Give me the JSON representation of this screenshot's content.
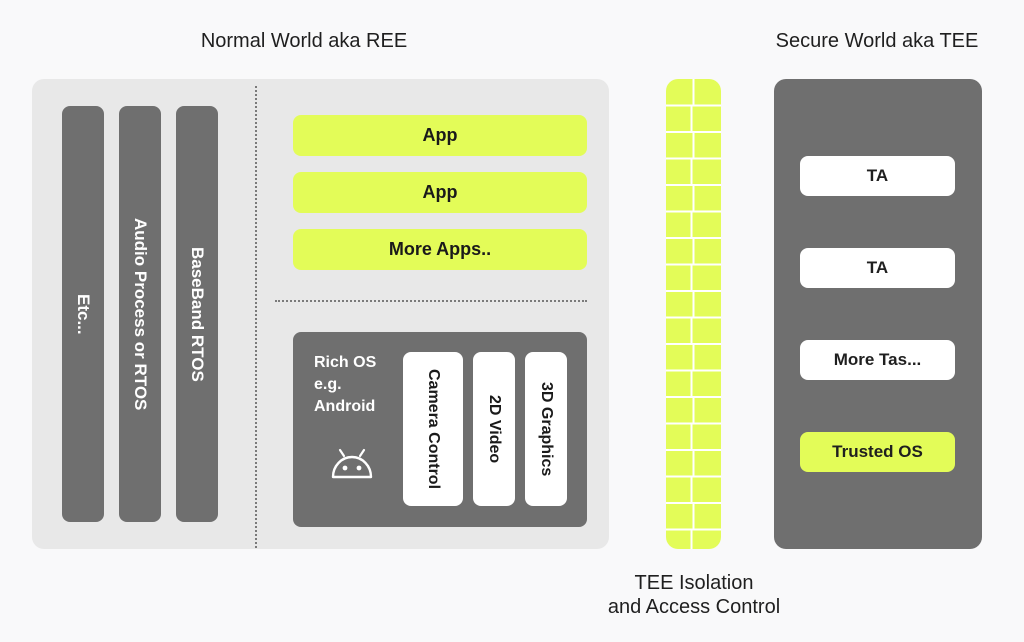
{
  "headings": {
    "normal_world": "Normal World aka REE",
    "secure_world": "Secure World aka TEE"
  },
  "ree": {
    "vertical_bars": [
      {
        "label": "Etc..."
      },
      {
        "label": "Audio Process or RTOS"
      },
      {
        "label": "BaseBand RTOS"
      }
    ],
    "apps": [
      {
        "label": "App"
      },
      {
        "label": "App"
      },
      {
        "label": "More Apps.."
      }
    ],
    "rich_os": {
      "label_line1": "Rich OS",
      "label_line2": "e.g.",
      "label_line3": "Android",
      "icon": "android-icon",
      "components": [
        {
          "label": "Camera Control"
        },
        {
          "label": "2D Video"
        },
        {
          "label": "3D Graphics"
        }
      ]
    }
  },
  "isolation": {
    "line1": "TEE Isolation",
    "line2": "and Access Control"
  },
  "tee": {
    "items": [
      {
        "label": "TA"
      },
      {
        "label": "TA"
      },
      {
        "label": "More Tas..."
      },
      {
        "label": "Trusted OS"
      }
    ]
  },
  "colors": {
    "accent": "#e3fc58",
    "dark_panel": "#6f6f6f",
    "light_panel": "#e8e8e8",
    "background": "#f9f9fa"
  }
}
